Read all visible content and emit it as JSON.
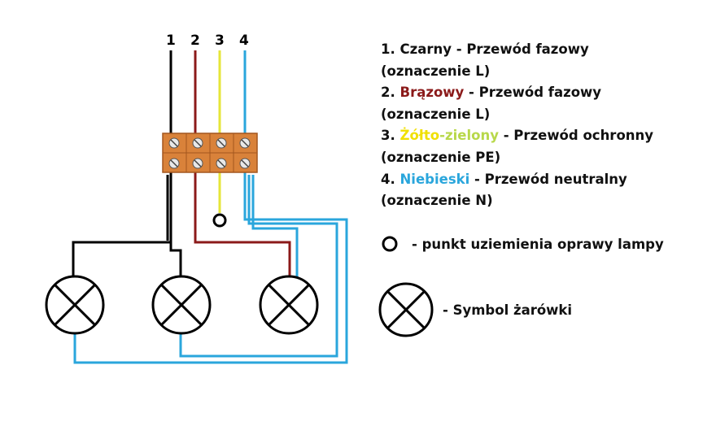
{
  "wire_numbers": [
    "1",
    "2",
    "3",
    "4"
  ],
  "colors": {
    "black": "#000000",
    "brown": "#8b1a1a",
    "yellow": "#e6e63a",
    "blue": "#2aa6dc",
    "terminal": "#d9823a"
  },
  "legend": {
    "items": [
      {
        "num": "1.",
        "color_name": "Czarny",
        "color_name_2": "",
        "desc": " - Przewód fazowy",
        "note": "(oznaczenie L)",
        "highlight": ""
      },
      {
        "num": "2.",
        "color_name": "Brązowy",
        "color_name_2": "",
        "desc": " - Przewód fazowy",
        "note": "(oznaczenie L)",
        "highlight": "#8b1a1a"
      },
      {
        "num": "3.",
        "color_name": "Żółto",
        "color_name_2": "-zielony",
        "desc": " - Przewód ochronny",
        "note": "(oznaczenie PE)",
        "highlight": "#f0e000"
      },
      {
        "num": "4.",
        "color_name": "Niebieski",
        "color_name_2": "",
        "desc": " - Przewód neutralny",
        "note": "(oznaczenie N)",
        "highlight": "#2aa6dc"
      }
    ]
  },
  "symbols": {
    "ground_point": "- punkt uziemienia oprawy lampy",
    "bulb": "- Symbol żarówki"
  }
}
